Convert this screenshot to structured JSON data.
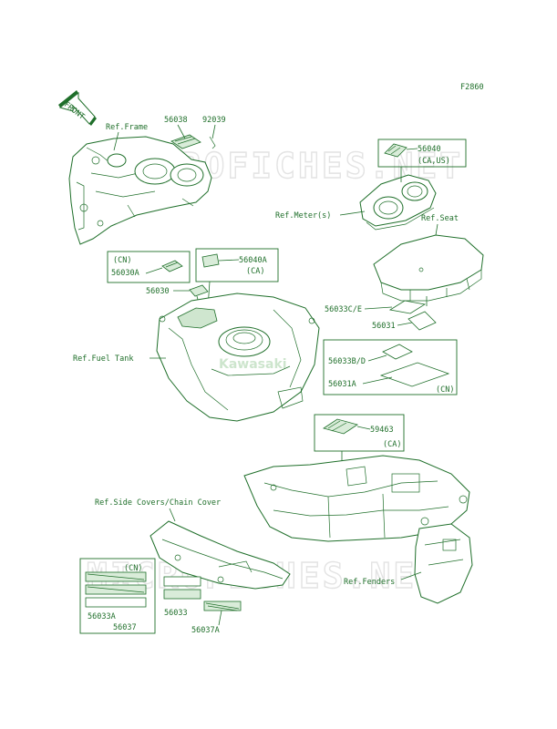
{
  "figure_id": "F2860",
  "front_arrow": "FRONT",
  "watermark": "MICROFICHES.NET",
  "brand_logo": "Kawasaki",
  "refs": {
    "frame": "Ref.Frame",
    "meter": "Ref.Meter(s)",
    "seat": "Ref.Seat",
    "fuel_tank": "Ref.Fuel Tank",
    "side_covers": "Ref.Side Covers/Chain Cover",
    "fenders": "Ref.Fenders"
  },
  "parts": {
    "p56038": "56038",
    "p92039": "92039",
    "p56040": "56040",
    "p56040_note": "(CA,US)",
    "p56040A": "56040A",
    "p56040A_note": "(CA)",
    "p56030A_note": "(CN)",
    "p56030A": "56030A",
    "p56030": "56030",
    "p56033CE": "56033C/E",
    "p56031": "56031",
    "p56033BD": "56033B/D",
    "p56031A": "56031A",
    "p56031A_note": "(CN)",
    "p59463": "59463",
    "p59463_note": "(CA)",
    "p56033A_note": "(CN)",
    "p56033A": "56033A",
    "p56037": "56037",
    "p56033": "56033",
    "p56037A": "56037A"
  }
}
